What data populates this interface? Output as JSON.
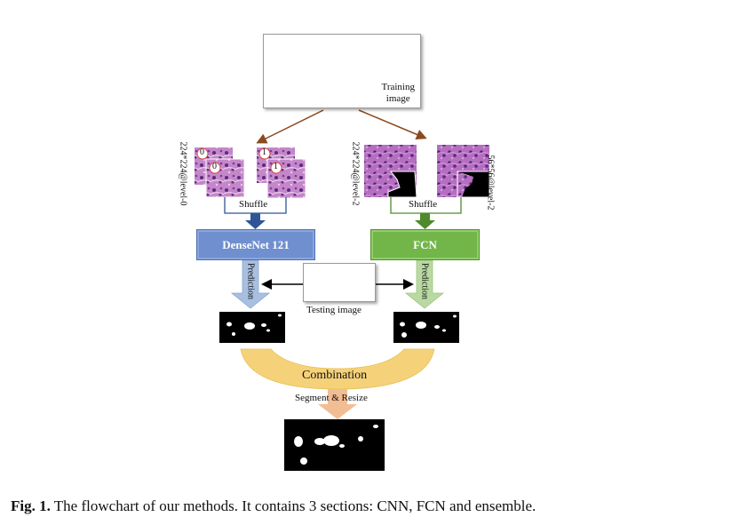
{
  "training_label": "Training\nimage",
  "testing_label": "Testing image",
  "left_patch_label": "224*224@level-0",
  "right_patch_label": "224*224@level-2",
  "mask_patch_label": "56*56@level-2",
  "patch_markers": [
    "0",
    "0",
    "1",
    "1"
  ],
  "shuffle_left": "Shuffle",
  "shuffle_right": "Shuffle",
  "model_left": "DenseNet 121",
  "model_right": "FCN",
  "prediction_left": "Prediction",
  "prediction_right": "Prediction",
  "combination_label": "Combination",
  "segment_label": "Segment & Resize",
  "caption_bold": "Fig. 1.",
  "caption_text": " The flowchart of our methods. It contains 3 sections: CNN, FCN and ensemble.",
  "colors": {
    "densenet": "#6f8fcf",
    "fcn": "#72b64a",
    "left_arrow": "#2f5597",
    "right_arrow": "#4e8a2c",
    "pred_left": "#a9bfe0",
    "pred_right": "#b9d9a2",
    "combination": "#f5d27a",
    "segment_arrow": "#f3bd93",
    "tissue": "#9b59b0",
    "brown_arrow": "#8a4a1f"
  }
}
